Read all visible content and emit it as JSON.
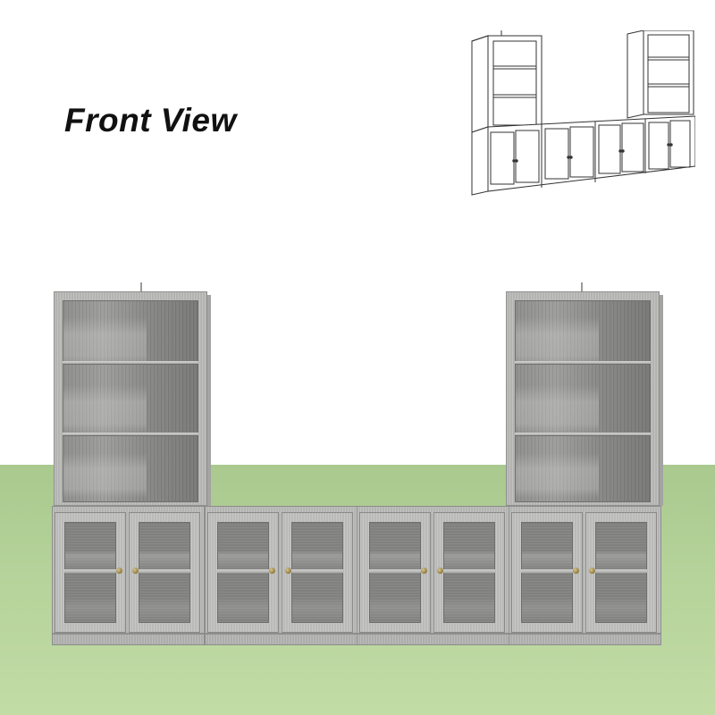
{
  "title": "Front View",
  "colors": {
    "background": "#ffffff",
    "floor": "#b5d39a",
    "cabinet_finish": "#bdbdbb",
    "cabinet_interior": "#8a8a88",
    "knob": "#a08a4a",
    "title_text": "#111111"
  },
  "inset": {
    "icon": "line-drawing-perspective-icon",
    "hutch_count": 2,
    "base_unit_count": 4
  },
  "product": {
    "hutches": [
      {
        "position": "left",
        "shelves": 2,
        "compartments": 3
      },
      {
        "position": "right",
        "shelves": 2,
        "compartments": 3
      }
    ],
    "base_units": [
      {
        "index": 1,
        "doors": 2,
        "door_type": "glass"
      },
      {
        "index": 2,
        "doors": 2,
        "door_type": "glass"
      },
      {
        "index": 3,
        "doors": 2,
        "door_type": "glass"
      },
      {
        "index": 4,
        "doors": 2,
        "door_type": "glass"
      }
    ]
  }
}
